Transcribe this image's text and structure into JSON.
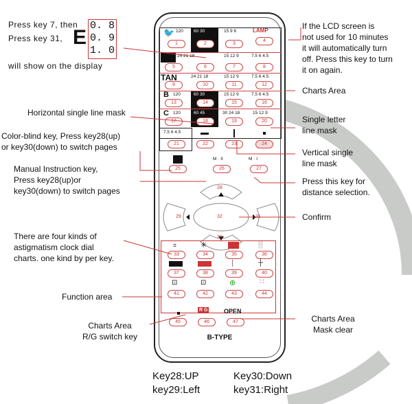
{
  "display_example": {
    "line1": "Press key 7,  then",
    "line2": "Press key 31,",
    "line3": "will show on the display",
    "big_letter": "E",
    "values": [
      "0. 8",
      "0. 9",
      "1. 0"
    ]
  },
  "remote": {
    "lamp_label": "LAMP",
    "model": "B-TYPE",
    "open_label": "OPEN",
    "rg_label": "R G",
    "mode_a": "M · II",
    "mode_b": "M · I",
    "chart_rows": [
      {
        "c1": "120",
        "c2": "60  30",
        "c3": "15  9  6",
        "keys": [
          "1",
          "2",
          "3"
        ]
      },
      {
        "c1": "24 21 18",
        "c2": "15 12 9",
        "c3": "7.5 6 4.5",
        "keys": [
          "5",
          "6",
          "7",
          "8"
        ]
      },
      {
        "c1": "TAN",
        "c1b": "24 21 18",
        "c2": "15 12 9",
        "c3": "7.5 6 4.5",
        "keys": [
          "9",
          "10",
          "11",
          "12"
        ]
      },
      {
        "c1": "120",
        "c2": "60  30",
        "c3": "15 12 9",
        "c4": "7.5 6 4.5",
        "keys": [
          "13",
          "14",
          "15",
          "16"
        ]
      },
      {
        "c1": "120",
        "c2": "60  45",
        "c3": "30 24 18",
        "c4": "15 12 9",
        "keys": [
          "17",
          "18",
          "19",
          "20"
        ]
      }
    ],
    "row6_text": "7.5 6 4.5",
    "key4": "4",
    "keys_row6": [
      "21",
      "22",
      "23",
      "24"
    ],
    "keys_row7": [
      "25",
      "26",
      "27"
    ],
    "dpad": {
      "up": "28",
      "left": "29",
      "center": "32",
      "right": "31",
      "down": "30"
    },
    "function_keys": [
      "33",
      "34",
      "35",
      "36",
      "37",
      "38",
      "39",
      "40",
      "41",
      "42",
      "43",
      "44"
    ],
    "bottom_keys": [
      "45",
      "46",
      "47"
    ]
  },
  "annotations": {
    "lamp_note": "If the LCD screen is\nnot used for 10 minutes\nit will automatically turn\noff. Press this key to turn\nit on again.",
    "charts_area": "Charts Area",
    "horizontal_mask": "Horizontal single line mask",
    "single_letter": "Single letter\nline mask",
    "color_blind": "Color-blind key, Press key28(up)\nor key30(down) to switch pages",
    "vertical_mask": "Vertical single\nline mask",
    "manual": "Manual Instruction key,\nPress key28(up)or\nkey30(down) to switch pages",
    "distance": "Press this key for\ndistance selection.",
    "confirm": "Confirm",
    "astigmatism": "There are four kinds of\nastigmatism clock dial\ncharts. one kind by per key.",
    "function_area": "Function area",
    "rg_switch": "Charts Area\nR/G switch key",
    "mask_clear": "Charts Area\nMask clear"
  },
  "footer": {
    "up": "Key28:UP",
    "left": "key29:Left",
    "down": "Key30:Down",
    "right": "key31:Right"
  },
  "colors": {
    "accent_red": "#cc3333",
    "arc_gray": "#c9cbc9",
    "dark_cell": "#111111"
  }
}
